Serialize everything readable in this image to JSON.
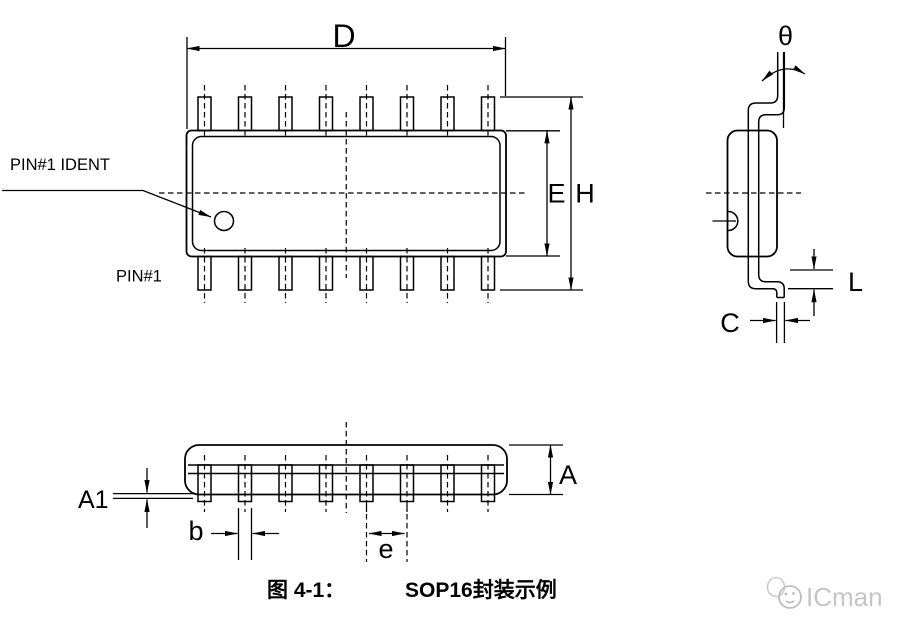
{
  "figure": {
    "caption_label": "图 4-1：",
    "caption_title": "SOP16封装示例",
    "package": "SOP16",
    "pins_per_row": 8,
    "total_pins": 16
  },
  "views": {
    "top": {
      "labels": {
        "width": "D",
        "body_width": "E",
        "lead_span": "H",
        "pin1_ident": "PIN#1 IDENT",
        "pin1": "PIN#1"
      }
    },
    "side": {
      "labels": {
        "lead_angle": "θ",
        "foot_length": "L",
        "lead_thickness": "C"
      }
    },
    "front": {
      "labels": {
        "height": "A",
        "standoff": "A1",
        "lead_width": "b",
        "pitch": "e"
      }
    }
  },
  "watermark": {
    "brand": "ICman"
  },
  "colors": {
    "line": "#000000",
    "background": "#ffffff",
    "watermark": "#c5c5c5"
  }
}
